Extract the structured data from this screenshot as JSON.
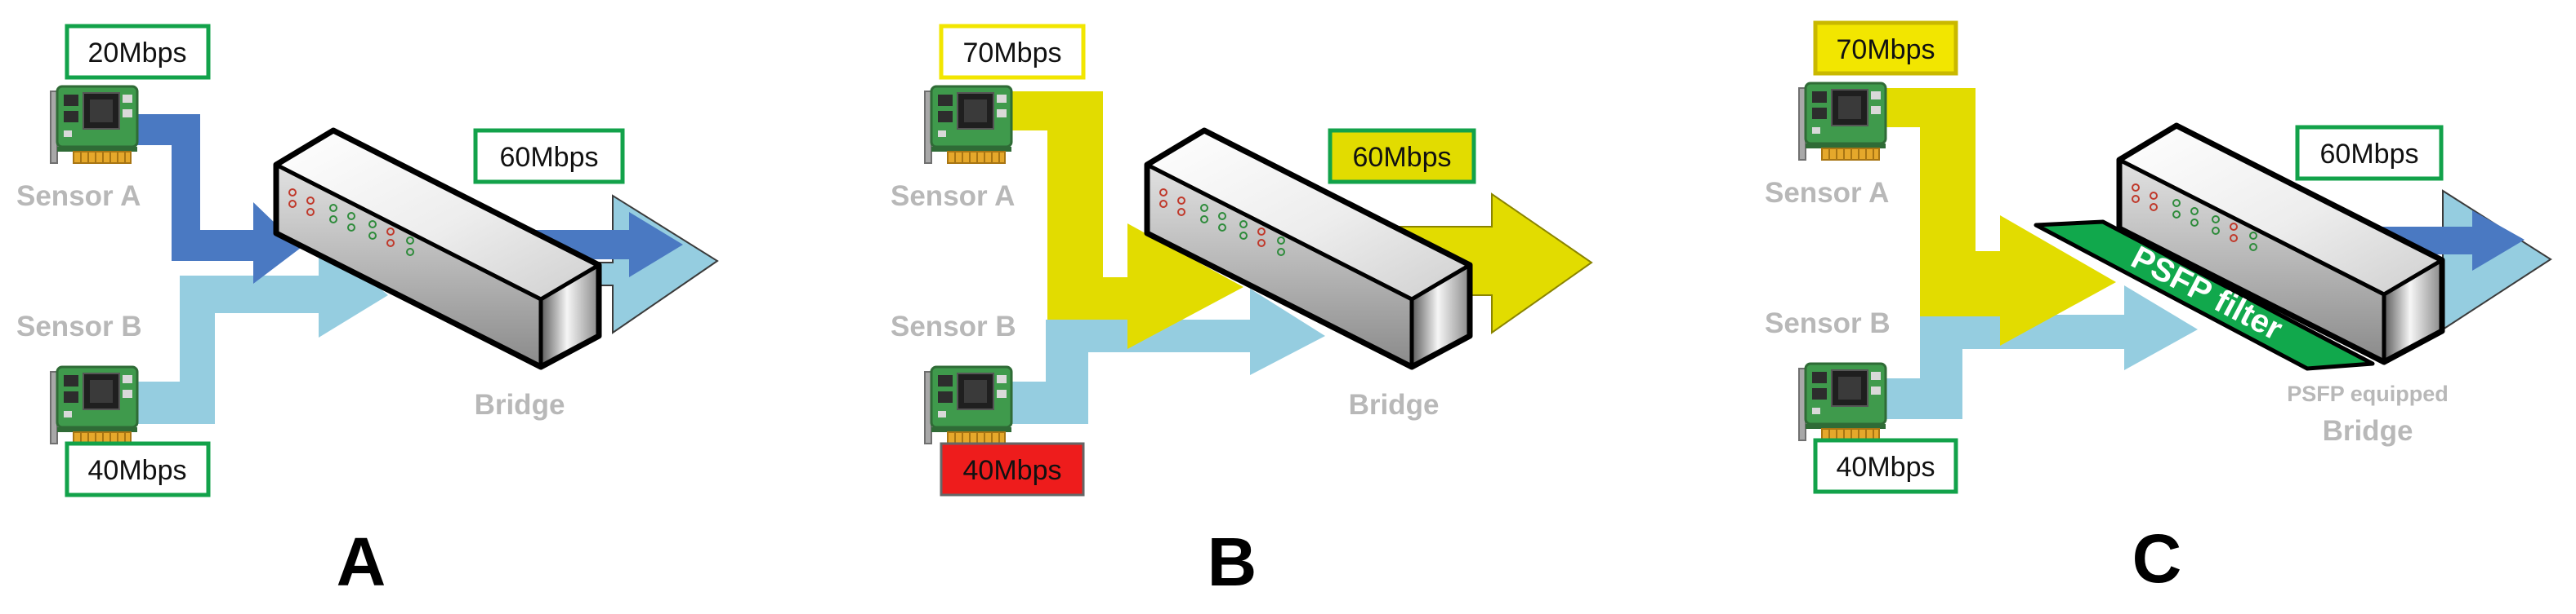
{
  "panels": [
    {
      "letter": "A",
      "sensor_a": {
        "label": "Sensor A",
        "rate": "20Mbps"
      },
      "sensor_b": {
        "label": "Sensor B",
        "rate": "40Mbps"
      },
      "output_rate": "60Mbps",
      "bridge_label": "Bridge"
    },
    {
      "letter": "B",
      "sensor_a": {
        "label": "Sensor A",
        "rate": "70Mbps"
      },
      "sensor_b": {
        "label": "Sensor B",
        "rate": "40Mbps"
      },
      "output_rate": "60Mbps",
      "bridge_label": "Bridge"
    },
    {
      "letter": "C",
      "sensor_a": {
        "label": "Sensor A",
        "rate": "70Mbps"
      },
      "sensor_b": {
        "label": "Sensor B",
        "rate": "40Mbps"
      },
      "output_rate": "60Mbps",
      "bridge_caption": "PSFP equipped",
      "bridge_label": "Bridge",
      "filter_label": "PSFP filter"
    }
  ],
  "colors": {
    "flow_dark_blue": "#4a79c2",
    "flow_light_blue": "#95cde0",
    "flow_yellow": "#e2dc00",
    "box_border_green": "#12a24a",
    "box_fill_yellow": "#f2e600",
    "box_fill_red": "#ee1c1c",
    "filter_green": "#11a84c",
    "label_gray": "#b8b8b8"
  },
  "icons": [
    "sensor-board-icon",
    "bridge-switch-icon"
  ]
}
